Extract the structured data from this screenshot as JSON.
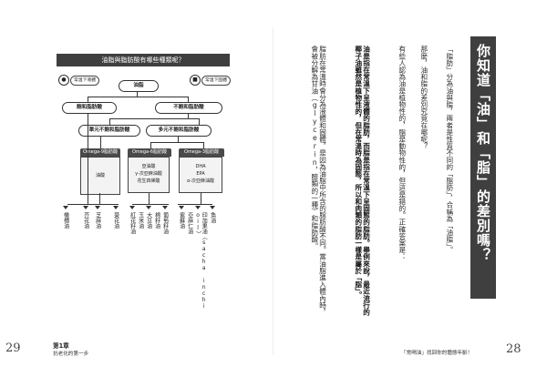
{
  "left_page": {
    "diagram": {
      "title": "油脂與脂肪酸有哪些種類呢？",
      "note_left": "常溫下液體",
      "note_right": "常溫下固體",
      "root": "油脂",
      "saturated": "飽和脂肪酸",
      "unsaturated": "不飽和脂肪酸",
      "mono": "單元不飽和脂肪酸",
      "poly": "多元不飽和脂肪酸",
      "omega9_head": "Omega-9脂肪酸",
      "omega9_body": "油酸",
      "omega6_head": "Omega-6脂肪酸",
      "omega6_body": [
        "亞油酸",
        "γ-次亞麻油酸",
        "花生四烯酸"
      ],
      "omega3_head": "Omega-3脂肪酸",
      "omega3_body": [
        "DHA",
        "EPA",
        "α-次亞麻油酸"
      ],
      "oils": {
        "olive": "橄欖油",
        "canola": "芥花油",
        "safflower": "紅花籽油",
        "corn": "玉米油",
        "soy": "大豆油",
        "cotton": "棉籽油",
        "grape": "葡萄籽油",
        "sesame": "芝麻油",
        "sunflower": "葵花油",
        "perilla": "紫蘇油",
        "linseed": "亞麻仁油",
        "sacha_inchi": "印加果油（sacha inchi oil）",
        "fish": "魚油"
      }
    },
    "page_number": "29",
    "chapter_label": "第1章",
    "chapter_subtitle": "抗老化的第一步"
  },
  "right_page": {
    "title": "你知道「油」和「脂」的差別嗎？",
    "paragraphs": [
      "「脂肪」分為油與脂，兩者是性質不同的「脂肪」，合稱為「油脂」。",
      "那麼，油和脂的差別究竟在哪呢？",
      "有些人認為油是植物性的，脂是動物性的，但這是錯的。正確答案是：",
      "油是指在常溫下呈液體的脂肪，而脂是指在常溫下呈固態的脂肪。舉例來說，最近流行的椰子油雖然是植物性的，但在常溫時為固態，所以和肉類的脂肪一樣是屬於「脂」。",
      "脂肪在常溫時會分為液體和固體，是因為油脂中所含的脂肪酸不同。當油脂進入體內時，會被分解為甘油（glycerin，醇類的一種）和脂肪酸。"
    ],
    "running_footer": "「常喝油」找回你的體態年齡！",
    "page_number": "28"
  }
}
